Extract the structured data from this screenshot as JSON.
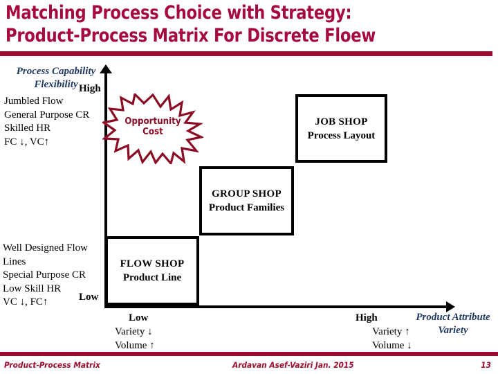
{
  "slide": {
    "title_line1": "Matching Process Choice with Strategy:",
    "title_line2": "Product-Process Matrix For Discrete Floew",
    "accent_color": "#9E0B2F",
    "title_color": "#A6093D",
    "axis_label_color": "#1F3864"
  },
  "axes": {
    "y": {
      "name_line1": "Process Capability",
      "name_line2": "Flexibility",
      "high_label": "High",
      "low_label": "Low"
    },
    "x": {
      "name_line1": "Product Attribute",
      "name_line2": "Variety",
      "low_label": "Low",
      "high_label": "High",
      "low_stack": [
        "Variety ↓",
        "Volume ↑"
      ],
      "high_stack": [
        "Variety ↑",
        "Volume ↓"
      ]
    }
  },
  "corners": {
    "top_left": [
      "Jumbled Flow",
      "General Purpose CR",
      "Skilled HR",
      "FC ↓, VC↑"
    ],
    "bottom_left": [
      "Well Designed Flow",
      "Lines",
      "Special Purpose CR",
      "Low Skill HR",
      "VC ↓, FC↑"
    ]
  },
  "boxes": [
    {
      "id": "job",
      "title": "JOB SHOP",
      "subtitle": "Process Layout"
    },
    {
      "id": "group",
      "title": "GROUP SHOP",
      "subtitle": "Product Families"
    },
    {
      "id": "flow",
      "title": "FLOW SHOP",
      "subtitle": "Product Line"
    }
  ],
  "callout": {
    "line1": "Opportunity",
    "line2": "Cost",
    "color": "#8C0B24"
  },
  "footer": {
    "left": "Product-Process Matrix",
    "center": "Ardavan Asef-Vaziri   Jan. 2015",
    "page": "13"
  }
}
